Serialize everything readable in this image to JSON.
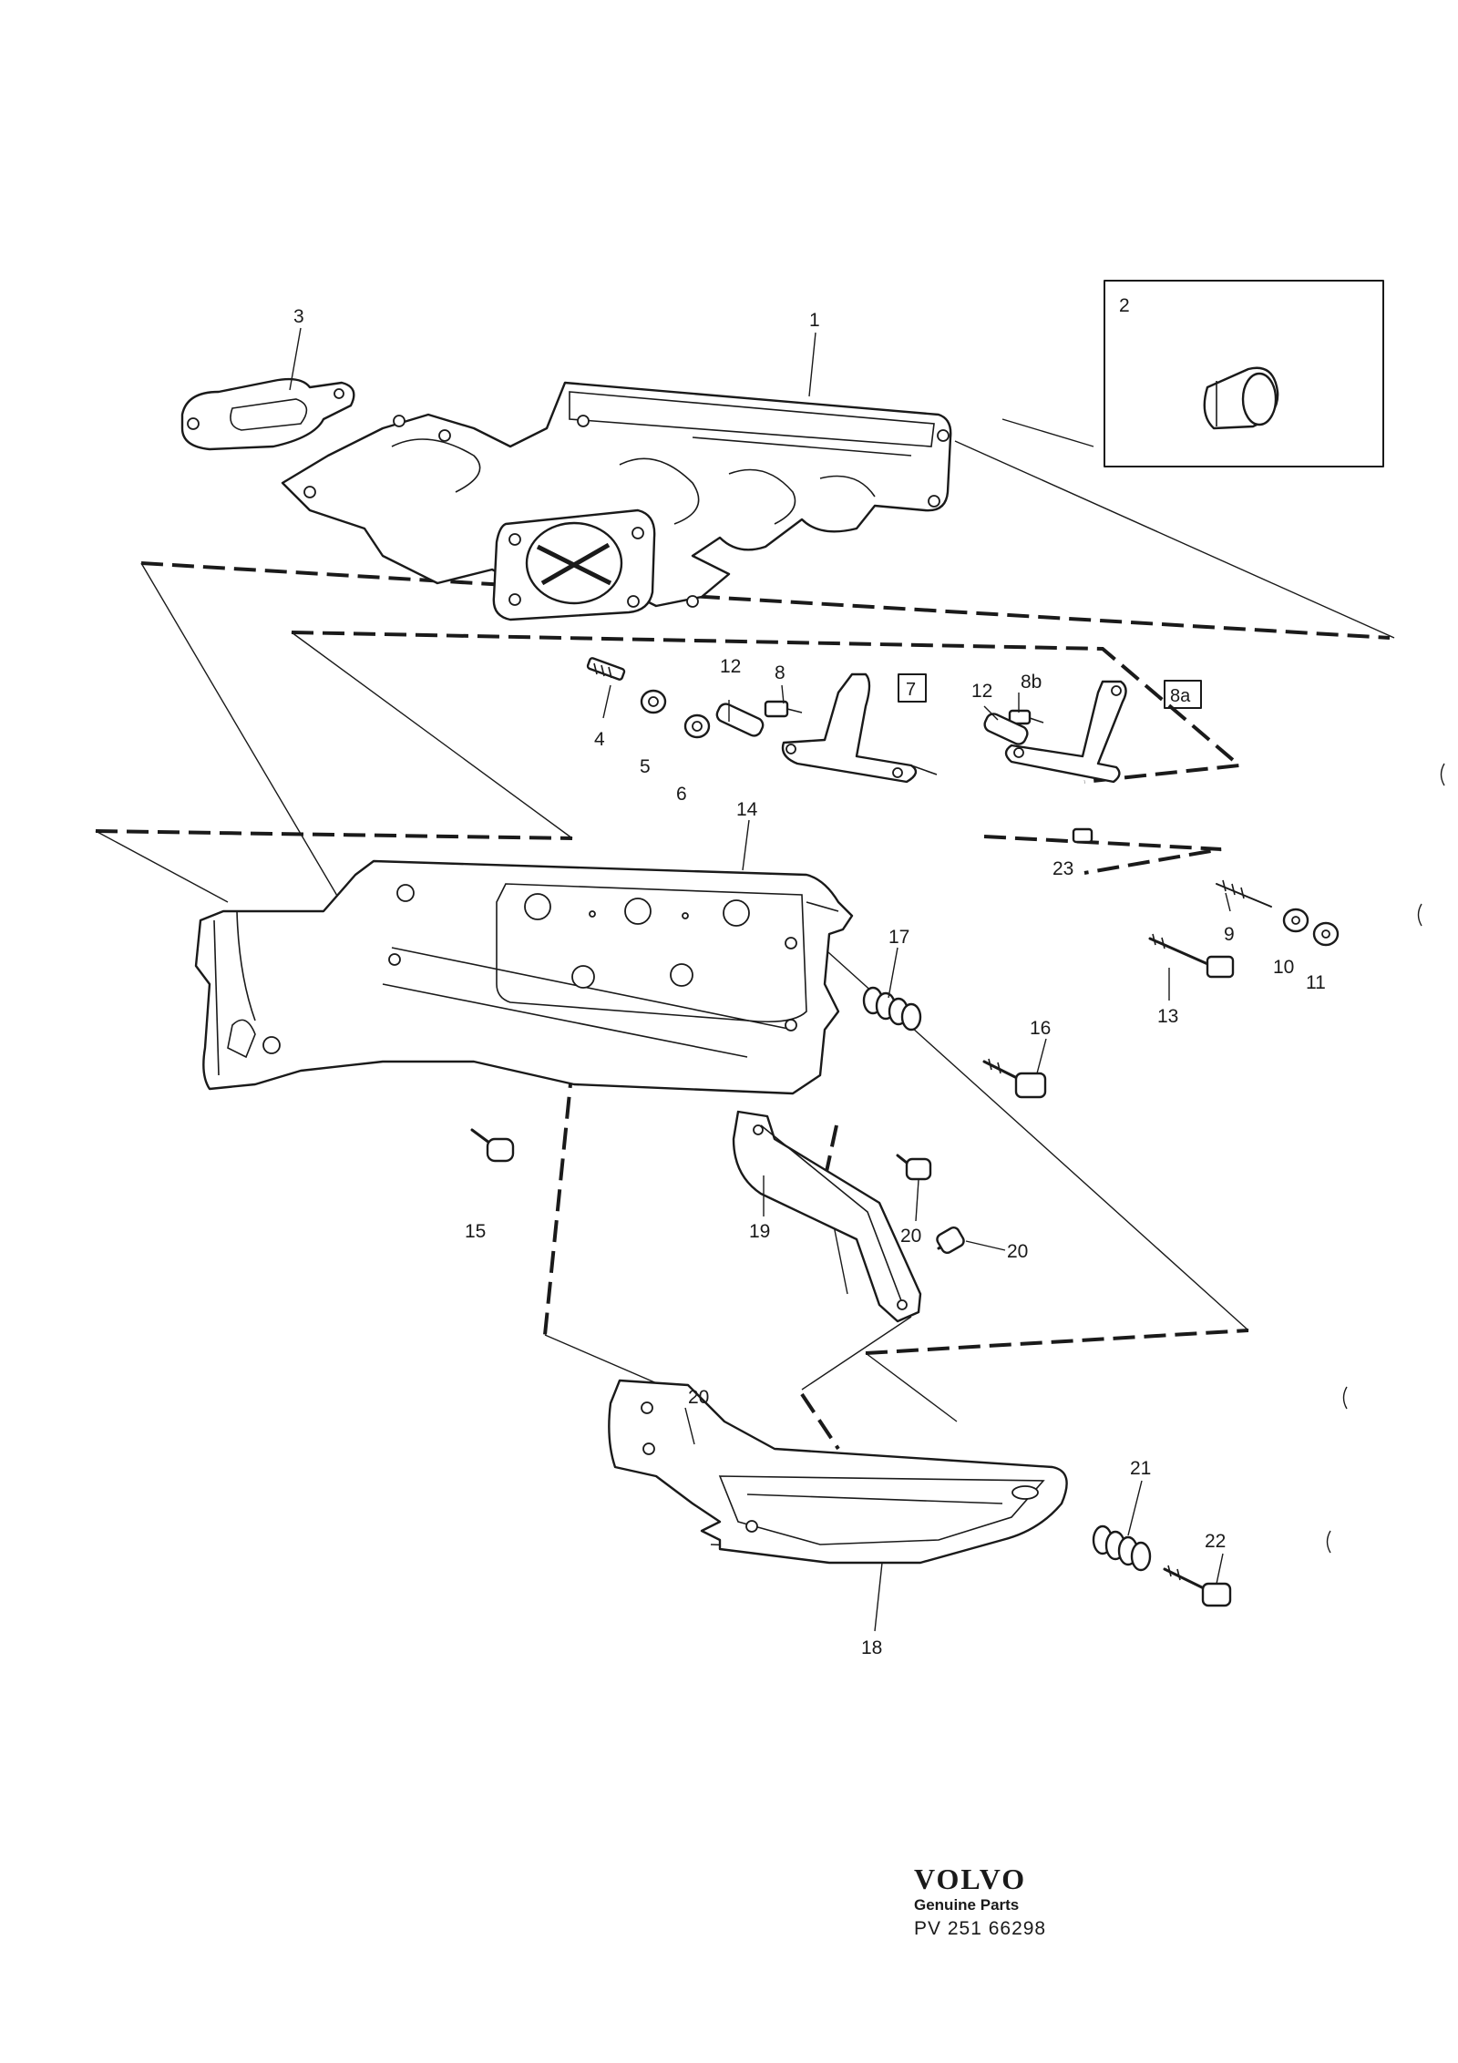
{
  "callouts": {
    "c1": "1",
    "c2": "2",
    "c3": "3",
    "c4": "4",
    "c5": "5",
    "c6": "6",
    "c7": "7",
    "c8": "8",
    "c8a": "8a",
    "c8b": "8b",
    "c9": "9",
    "c10": "10",
    "c11": "11",
    "c12a": "12",
    "c12b": "12",
    "c13": "13",
    "c14": "14",
    "c15": "15",
    "c16": "16",
    "c17": "17",
    "c18": "18",
    "c19": "19",
    "c20a": "20",
    "c20b": "20",
    "c20c": "20",
    "c21": "21",
    "c22": "22",
    "c23": "23"
  },
  "brand": {
    "logo": "VOLVO",
    "subtitle": "Genuine Parts",
    "code": "PV 251 66298"
  },
  "icons": [
    "exhaust-manifold-icon",
    "plug-icon",
    "gasket-icon",
    "heat-shield-icon",
    "bolt-icon",
    "nut-icon",
    "washer-icon",
    "bracket-icon"
  ]
}
